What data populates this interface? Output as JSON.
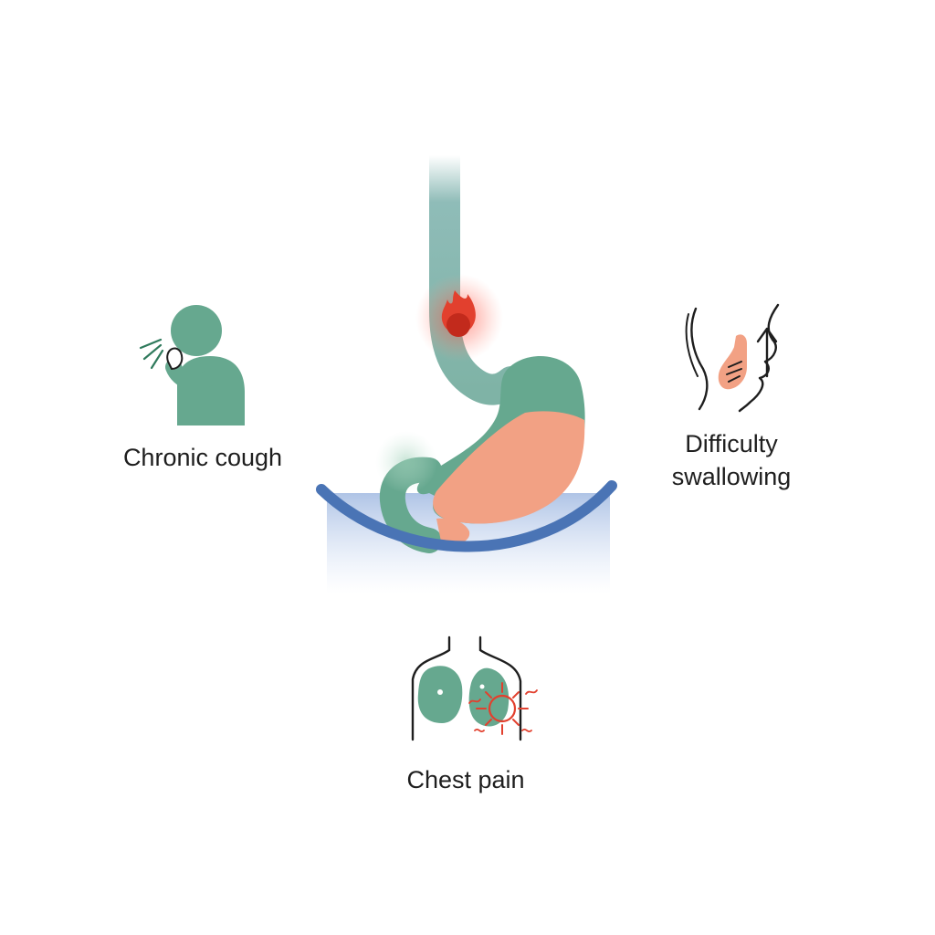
{
  "symptoms": {
    "cough": {
      "label": "Chronic cough",
      "icon": "coughing-person-icon"
    },
    "swallowing": {
      "label": "Difficulty swallowing",
      "icon": "throat-profile-icon"
    },
    "chest": {
      "label": "Chest pain",
      "icon": "chest-lungs-pain-icon"
    }
  },
  "central_figure": {
    "icon": "stomach-esophagus-icon",
    "burn_icon": "flame-icon"
  },
  "colors": {
    "green": "#66a88f",
    "teal": "#8fbcb8",
    "peach": "#f2a184",
    "blue": "#4a74b5",
    "red": "#e2402e",
    "text": "#1e1e1e"
  }
}
